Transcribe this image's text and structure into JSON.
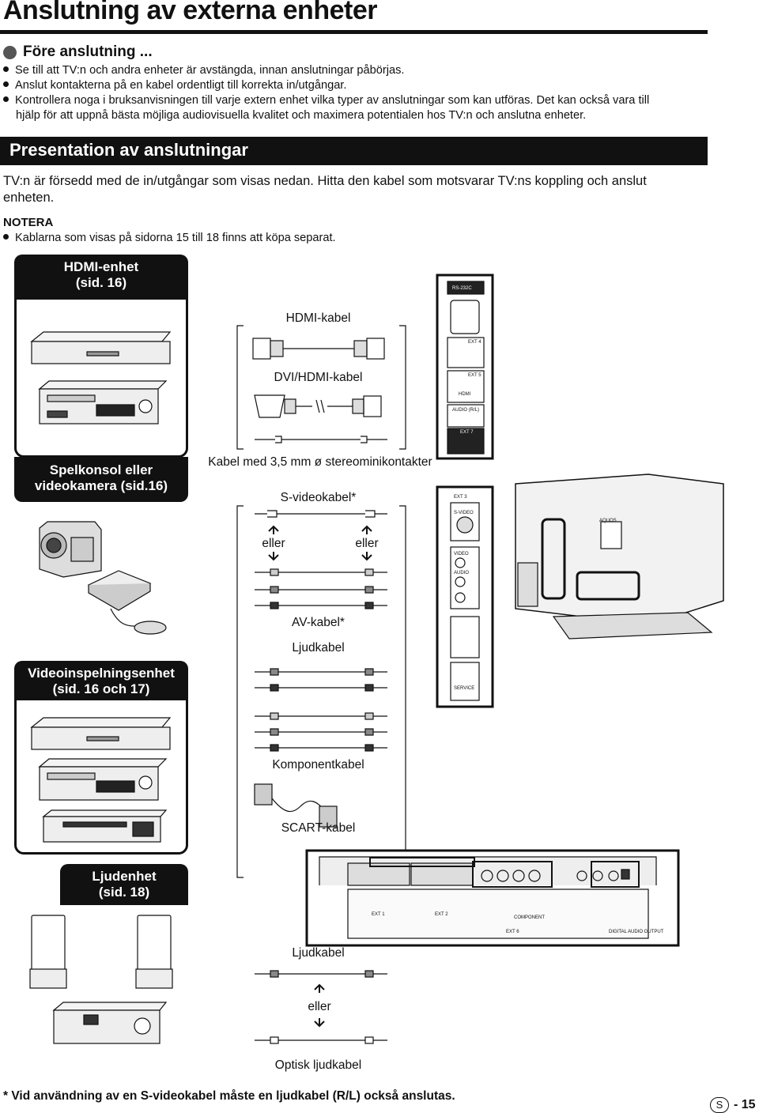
{
  "page_title": "Anslutning av externa enheter",
  "before": {
    "heading": "Före anslutning ...",
    "bullets": [
      "Se till att TV:n och andra enheter är avstängda, innan anslutningar påbörjas.",
      "Anslut kontakterna på en kabel ordentligt till korrekta in/utgångar.",
      "Kontrollera noga i bruksanvisningen till varje extern enhet vilka typer av anslutningar som kan utföras. Det kan också vara till",
      "hjälp för att uppnå bästa möjliga audiovisuella kvalitet och maximera potentialen hos TV:n och anslutna enheter."
    ]
  },
  "presentation": {
    "heading": "Presentation av anslutningar",
    "para1": "TV:n är försedd med de in/utgångar som visas nedan. Hitta den kabel som motsvarar TV:ns koppling och anslut",
    "para2": "enheten.",
    "note_label": "NOTERA",
    "note": "Kablarna som visas på sidorna 15 till 18 finns att köpa separat."
  },
  "devices": {
    "hdmi": [
      "HDMI-enhet",
      "(sid. 16)"
    ],
    "console": [
      "Spelkonsol eller",
      "videokamera (sid.16)"
    ],
    "video": [
      "Videoinspelningsenhet",
      "(sid. 16 och 17)"
    ],
    "audio": [
      "Ljudenhet",
      "(sid. 18)"
    ]
  },
  "cables": {
    "hdmi": "HDMI-kabel",
    "dvi": "DVI/HDMI-kabel",
    "mini": "Kabel med 3,5 mm ø stereominikontakter",
    "svideo": "S-videokabel*",
    "eller": "eller",
    "av": "AV-kabel*",
    "audio": "Ljudkabel",
    "component": "Komponentkabel",
    "scart": "SCART-kabel",
    "optical": "Optisk ljudkabel"
  },
  "panel_labels": {
    "rs232c": "RS-232C",
    "ext4": "EXT 4",
    "ext5": "EXT 5",
    "hdmi": "HDMI",
    "audio_rl": "AUDIO (R/L)",
    "ext7": "EXT 7",
    "ext3": "EXT 3",
    "svideo": "S-VIDEO",
    "video": "VIDEO",
    "audio": "AUDIO",
    "service": "SERVICE",
    "ext1": "EXT 1",
    "ext2": "EXT 2",
    "component": "COMPONENT",
    "ext6": "EXT 6",
    "digital_out": "DIGITAL AUDIO OUTPUT",
    "brand": "AQUOS"
  },
  "footnote": "*  Vid användning av en S-videokabel måste en ljudkabel (R/L) också anslutas.",
  "page_number": {
    "letter": "S",
    "number": "- 15"
  }
}
